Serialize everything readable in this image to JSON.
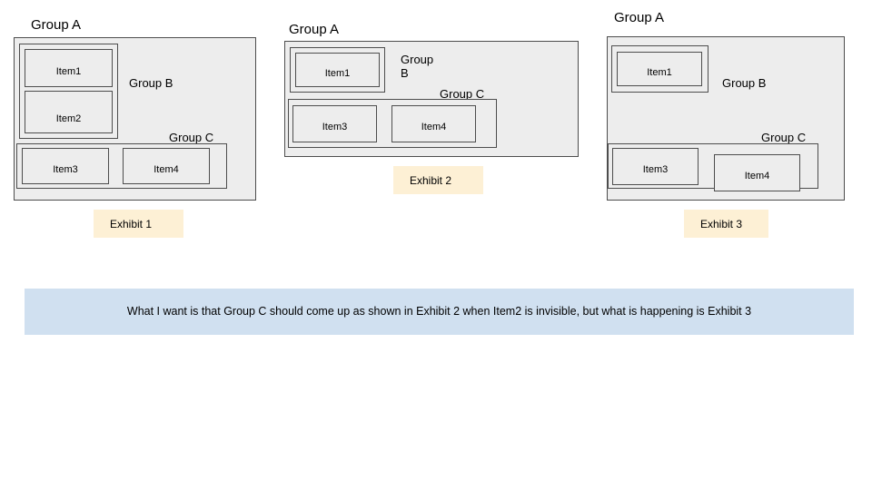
{
  "page": {
    "background": "#ffffff",
    "box_fill": "#ededed",
    "box_stroke": "#4d4d4d",
    "chip_fill": "#fdf0d5",
    "banner_fill": "#d0e0f0"
  },
  "exhibits": [
    {
      "id": "exhibit-1",
      "caption": "Exhibit 1",
      "group_a_label": "Group A",
      "group_b_label": "Group B",
      "group_c_label": "Group C",
      "items": [
        {
          "label": "Item1"
        },
        {
          "label": "Item2"
        },
        {
          "label": "Item3"
        },
        {
          "label": "Item4"
        }
      ]
    },
    {
      "id": "exhibit-2",
      "caption": "Exhibit 2",
      "group_a_label": "Group A",
      "group_b_label": "Group\nB",
      "group_c_label": "Group C",
      "items": [
        {
          "label": "Item1"
        },
        {
          "label": "Item3"
        },
        {
          "label": "Item4"
        }
      ]
    },
    {
      "id": "exhibit-3",
      "caption": "Exhibit 3",
      "group_a_label": "Group A",
      "group_b_label": "Group B",
      "group_c_label": "Group C",
      "items": [
        {
          "label": "Item1"
        },
        {
          "label": "Item3"
        },
        {
          "label": "Item4"
        }
      ]
    }
  ],
  "note": {
    "text": "What I want is that Group C should come up as shown in Exhibit 2 when Item2 is invisible, but what is happening is Exhibit 3"
  }
}
